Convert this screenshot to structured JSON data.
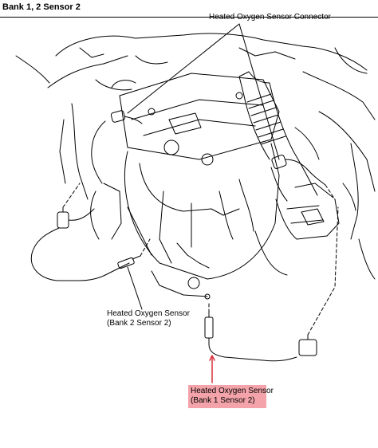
{
  "page": {
    "title": "Bank 1, 2 Sensor 2"
  },
  "labels": {
    "connector": "Heated Oxygen Sensor Connector",
    "bank2_line1": "Heated Oxygen Sensor",
    "bank2_line2": "(Bank 2 Sensor 2)",
    "bank1_line1": "Heated Oxygen Sensor",
    "bank1_line2": "(Bank 1 Sensor 2)"
  },
  "colors": {
    "highlight": "#f3a3a9",
    "line_art": "#000000",
    "pointer": "#d9323c"
  }
}
